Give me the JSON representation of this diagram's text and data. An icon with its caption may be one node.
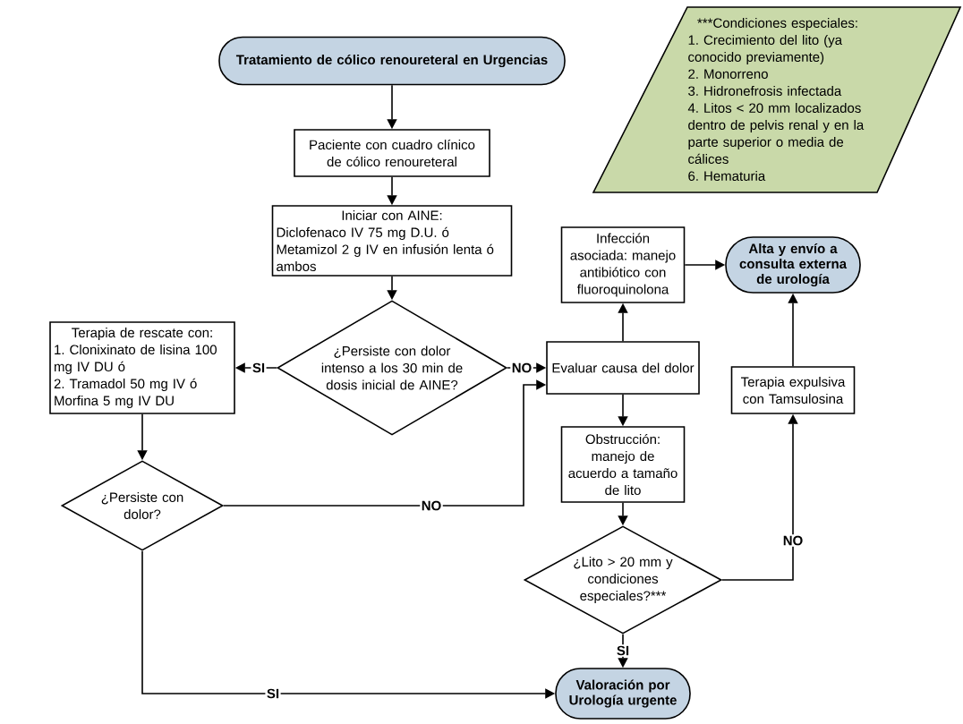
{
  "diagram": {
    "nodes": [
      {
        "text": [
          "Tratamiento de cólico renoureteral en Urgencias"
        ]
      },
      {
        "text": [
          "Paciente con cuadro clínico de cólico renoureteral"
        ]
      },
      {
        "text": [
          "Iniciar con AINE:",
          "Diclofenaco IV 75 mg D.U. ó",
          "Metamizol 2 g IV en infusión lenta ó ambos"
        ]
      },
      {
        "text": [
          "¿Persiste con dolor intenso a los 30 min de dosis inicial de AINE?"
        ]
      },
      {
        "text": [
          "Terapia de rescate con:",
          "1. Clonixinato de lisina 100 mg IV DU ó",
          "2. Tramadol 50 mg IV ó Morfina 5 mg IV DU"
        ]
      },
      {
        "text": [
          "¿Persiste con dolor?"
        ]
      },
      {
        "text": [
          "Evaluar causa del dolor"
        ]
      },
      {
        "text": [
          "Infección asociada: manejo antibiótico con fluoroquinolona"
        ]
      },
      {
        "text": [
          "Alta y envío a consulta externa de urología"
        ]
      },
      {
        "text": [
          "Obstrucción: manejo de acuerdo a tamaño de lito"
        ]
      },
      {
        "text": [
          "¿Lito > 20 mm y condiciones especiales?***"
        ]
      },
      {
        "text": [
          "Terapia expulsiva con Tamsulosina"
        ]
      },
      {
        "text": [
          "Valoración por Urología urgente"
        ]
      },
      {
        "text": [
          "***Condiciones especiales:",
          "1. Crecimiento del lito (ya conocido previamente)",
          "2. Monorreno",
          "3. Hidronefrosis infectada",
          "4. Litos < 20 mm localizados dentro de pelvis renal y en la parte superior o media de cálices",
          "6. Hematuria"
        ]
      }
    ],
    "edges": [
      {
        "from": 0,
        "to": 1,
        "arrow": "to"
      },
      {
        "from": 1,
        "to": 2,
        "arrow": "to"
      },
      {
        "from": 2,
        "to": 3,
        "arrow": "to"
      },
      {
        "from": 3,
        "to": 4,
        "arrow": "to",
        "label": "SI"
      },
      {
        "from": 3,
        "to": 6,
        "arrow": "to",
        "label": "NO"
      },
      {
        "from": 4,
        "to": 5,
        "arrow": "to"
      },
      {
        "from": 5,
        "to": 6,
        "arrow": "to",
        "label": "NO"
      },
      {
        "from": 5,
        "to": 12,
        "arrow": "to",
        "label": "SI"
      },
      {
        "from": 6,
        "to": 7,
        "arrow": "to"
      },
      {
        "from": 6,
        "to": 9,
        "arrow": "to"
      },
      {
        "from": 7,
        "to": 8,
        "arrow": "to"
      },
      {
        "from": 9,
        "to": 10,
        "arrow": "to"
      },
      {
        "from": 10,
        "to": 11,
        "arrow": "to",
        "label": "NO"
      },
      {
        "from": 10,
        "to": 12,
        "arrow": "to",
        "label": "SI"
      },
      {
        "from": 11,
        "to": 8,
        "arrow": "to"
      }
    ]
  }
}
